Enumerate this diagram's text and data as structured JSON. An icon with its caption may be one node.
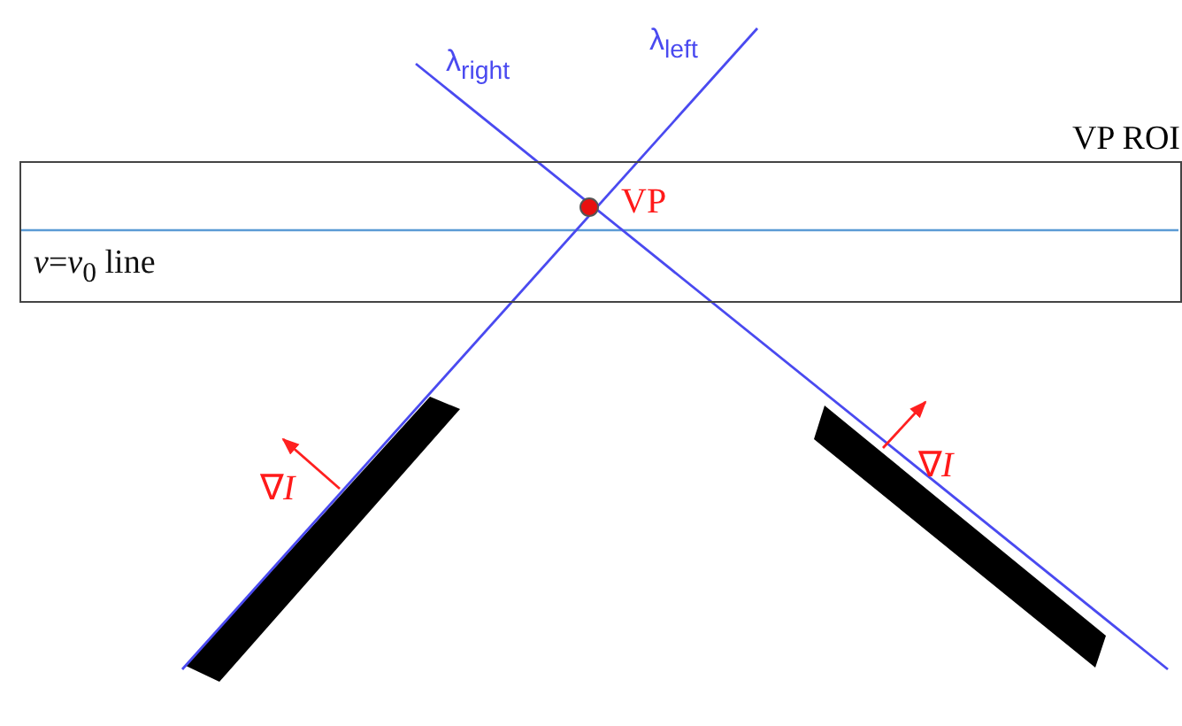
{
  "diagram": {
    "nodes": [
      {
        "text": [
          "VP ROI"
        ]
      }
    ],
    "labels": [
      "λ$_{right}$",
      "λ$_{left}$",
      "VP",
      "*v*=*v*$_{0}$ line",
      "∇*I*",
      "∇*I*"
    ]
  }
}
